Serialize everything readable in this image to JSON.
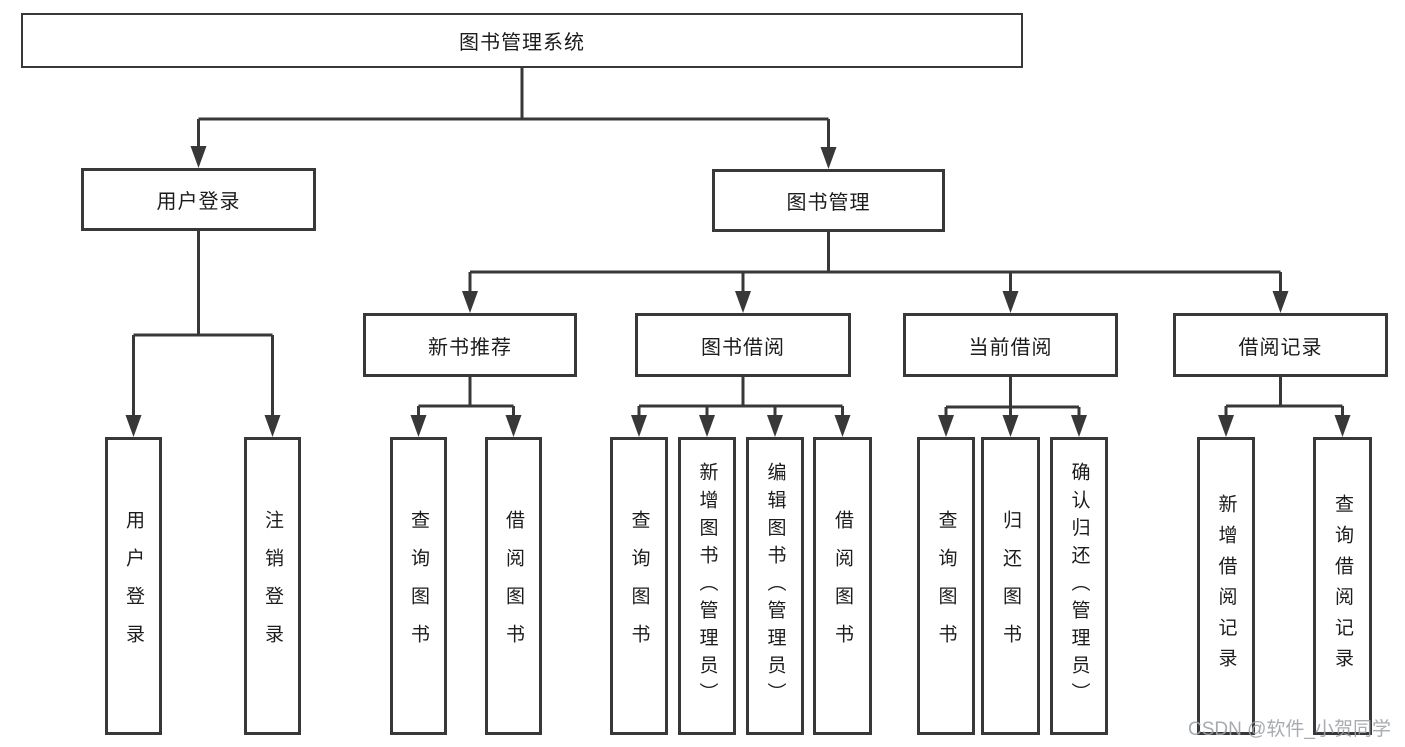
{
  "tree": {
    "root": {
      "label": "图书管理系统"
    },
    "user_login": {
      "label": "用户登录",
      "children": [
        {
          "label": "用户登录"
        },
        {
          "label": "注销登录"
        }
      ]
    },
    "book_mgmt": {
      "label": "图书管理",
      "sections": [
        {
          "label": "新书推荐",
          "children": [
            {
              "label": "查询图书"
            },
            {
              "label": "借阅图书"
            }
          ]
        },
        {
          "label": "图书借阅",
          "children": [
            {
              "label": "查询图书"
            },
            {
              "label": "新增图书（管理员）"
            },
            {
              "label": "编辑图书（管理员）"
            },
            {
              "label": "借阅图书"
            }
          ]
        },
        {
          "label": "当前借阅",
          "children": [
            {
              "label": "查询图书"
            },
            {
              "label": "归还图书"
            },
            {
              "label": "确认归还（管理员）"
            }
          ]
        },
        {
          "label": "借阅记录",
          "children": [
            {
              "label": "新增借阅记录"
            },
            {
              "label": "查询借阅记录"
            }
          ]
        }
      ]
    }
  },
  "watermark": {
    "text": "CSDN @软件_小贺同学"
  },
  "colors": {
    "line": "#383838",
    "text": "#1c1c1c",
    "watermark": "#9ea3a8",
    "background": "#ffffff"
  }
}
